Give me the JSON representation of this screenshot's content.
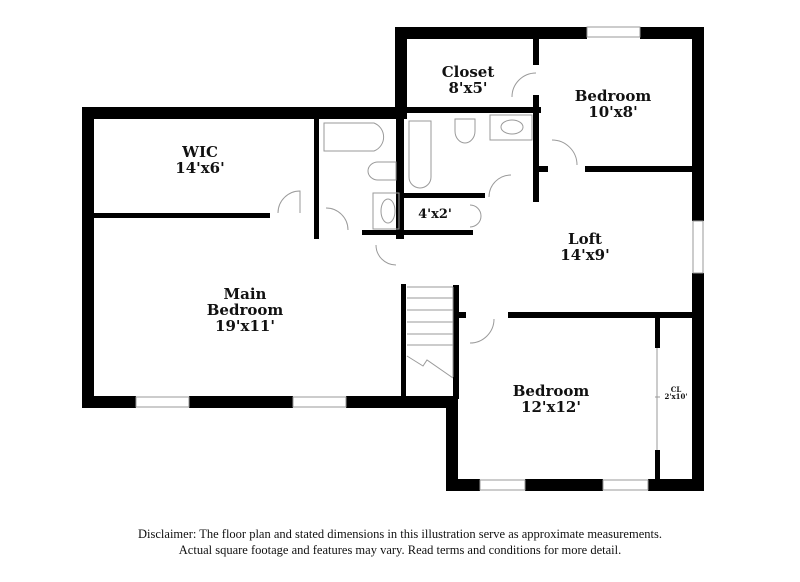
{
  "floorplan": {
    "rooms": [
      {
        "id": "wic",
        "name": "WIC",
        "dimensions": "14'x6'"
      },
      {
        "id": "main-bedroom",
        "name_line1": "Main",
        "name_line2": "Bedroom",
        "dimensions": "19'x11'"
      },
      {
        "id": "closet",
        "name": "Closet",
        "dimensions": "8'x5'"
      },
      {
        "id": "bedroom-2",
        "name": "Bedroom",
        "dimensions": "10'x8'"
      },
      {
        "id": "linen",
        "dimensions": "4'x2'"
      },
      {
        "id": "loft",
        "name": "Loft",
        "dimensions": "14'x9'"
      },
      {
        "id": "bedroom-3",
        "name": "Bedroom",
        "dimensions": "12'x12'"
      },
      {
        "id": "cl",
        "name": "CL",
        "dimensions": "2'x10'"
      }
    ],
    "colors": {
      "wall": "#000000",
      "fixture": "#9a9a9a",
      "window": "#bdbdbd",
      "background": "#ffffff"
    }
  },
  "disclaimer": {
    "line1": "Disclaimer: The floor plan and stated dimensions in this illustration serve as approximate measurements.",
    "line2": "Actual square footage and features may vary. Read terms and conditions for more detail."
  }
}
